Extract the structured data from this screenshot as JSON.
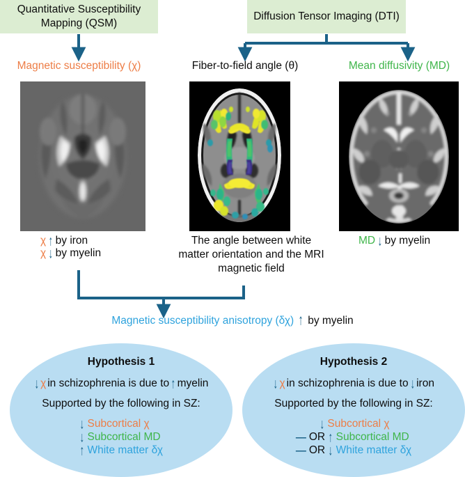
{
  "figure": {
    "title": "QSM and DTI hypothesis schematic",
    "colors": {
      "box_green": "#dcedd2",
      "arrow_blue": "#1b6288",
      "chi_orange": "#ed7d46",
      "md_green": "#3fb54a",
      "dchi_blue": "#2fa3dd",
      "ellipse_blue": "#b9ddf2"
    }
  },
  "methods": [
    {
      "id": "qsm",
      "label": "Quantitative Susceptibility Mapping (QSM)"
    },
    {
      "id": "dti",
      "label": "Diffusion Tensor Imaging (DTI)"
    }
  ],
  "measures": [
    {
      "id": "chi",
      "label": "Magnetic susceptibility (χ)",
      "color": "orange"
    },
    {
      "id": "theta",
      "label": "Fiber-to-field angle (θ)",
      "color": "black"
    },
    {
      "id": "md",
      "label": "Mean diffusivity (MD)",
      "color": "green"
    }
  ],
  "images": [
    {
      "id": "qsm-brain",
      "alt": "Axial QSM brain map, grayscale on gray background"
    },
    {
      "id": "dti-brain",
      "alt": "Axial T1 brain with viridis-colored fiber-to-field angle overlay"
    },
    {
      "id": "md-brain",
      "alt": "Axial mean diffusivity map, grayscale on black background"
    }
  ],
  "annotations": {
    "qsm": [
      {
        "symbol": "χ",
        "symbol_color": "orange",
        "arrow": "up",
        "text": "by iron"
      },
      {
        "symbol": "χ",
        "symbol_color": "orange",
        "arrow": "down",
        "text": "by myelin"
      }
    ],
    "dti_caption": "The angle between white matter orientation and the MRI magnetic field",
    "md": {
      "symbol": "MD",
      "symbol_color": "green",
      "arrow": "down",
      "text": "by myelin"
    }
  },
  "anisotropy": {
    "label": "Magnetic susceptibility anisotropy (δχ)",
    "arrow": "up",
    "text": "by myelin",
    "color": "blue"
  },
  "hypotheses": [
    {
      "title": "Hypothesis 1",
      "statement_pre_arrow": "down",
      "statement_symbol": "χ",
      "statement_mid": "in schizophrenia is due to",
      "statement_post_arrow": "up",
      "statement_end": "myelin",
      "support_header": "Supported by the following in SZ:",
      "items": [
        {
          "or": "",
          "arrow": "down",
          "label": "Subcortical χ",
          "color": "orange"
        },
        {
          "or": "",
          "arrow": "down",
          "label": "Subcortical MD",
          "color": "green"
        },
        {
          "or": "",
          "arrow": "up",
          "label": "White matter δχ",
          "color": "blue"
        }
      ]
    },
    {
      "title": "Hypothesis 2",
      "statement_pre_arrow": "down",
      "statement_symbol": "χ",
      "statement_mid": "in schizophrenia is due to",
      "statement_post_arrow": "down",
      "statement_end": "iron",
      "support_header": "Supported by the following in SZ:",
      "items": [
        {
          "or": "",
          "arrow": "down",
          "label": "Subcortical χ",
          "color": "orange"
        },
        {
          "or": "OR",
          "arrow": "up",
          "label": "Subcortical MD",
          "color": "green"
        },
        {
          "or": "OR",
          "arrow": "down",
          "label": "White matter δχ",
          "color": "blue"
        }
      ]
    }
  ]
}
